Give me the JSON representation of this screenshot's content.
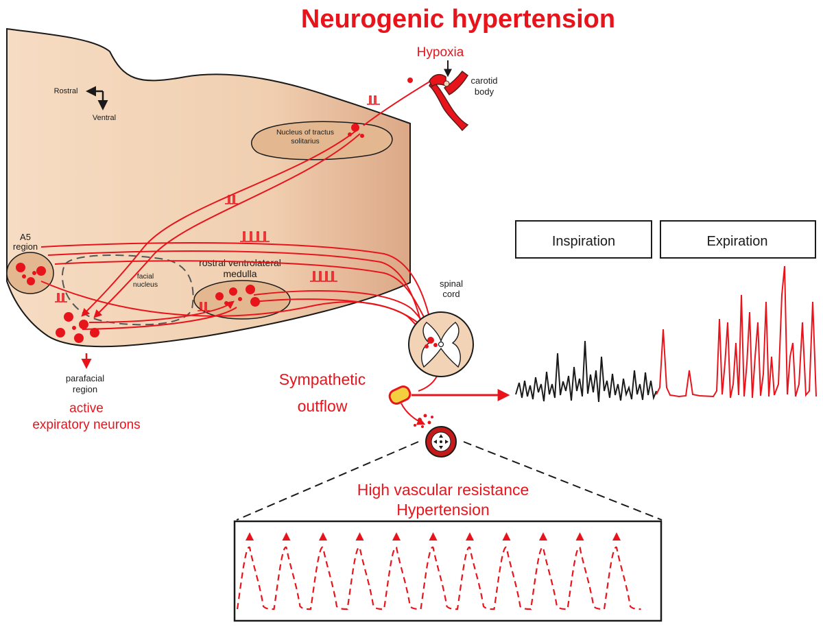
{
  "title": "Neurogenic hypertension",
  "labels": {
    "hypoxia": "Hypoxia",
    "carotid_body_1": "carotid",
    "carotid_body_2": "body",
    "rostral": "Rostral",
    "ventral": "Ventral",
    "nts_1": "Nucleus of tractus",
    "nts_2": "solitarius",
    "a5_1": "A5",
    "a5_2": "region",
    "facial_1": "facial",
    "facial_2": "nucleus",
    "rvlm_1": "rostral ventrolateral",
    "rvlm_2": "medulla",
    "spinal_1": "spinal",
    "spinal_2": "cord",
    "parafacial_1": "parafacial",
    "parafacial_2": "region",
    "active_1": "active",
    "active_2": "expiratory neurons",
    "sympathetic_1": "Sympathetic",
    "sympathetic_2": "outflow",
    "inspiration": "Inspiration",
    "expiration": "Expiration",
    "resistance_1": "High vascular resistance",
    "resistance_2": "Hypertension"
  },
  "colors": {
    "accent": "#e8141c",
    "tissue": "#f2d3b6",
    "tissue_edge": "#c98f6a",
    "outline": "#1a1a1a"
  }
}
